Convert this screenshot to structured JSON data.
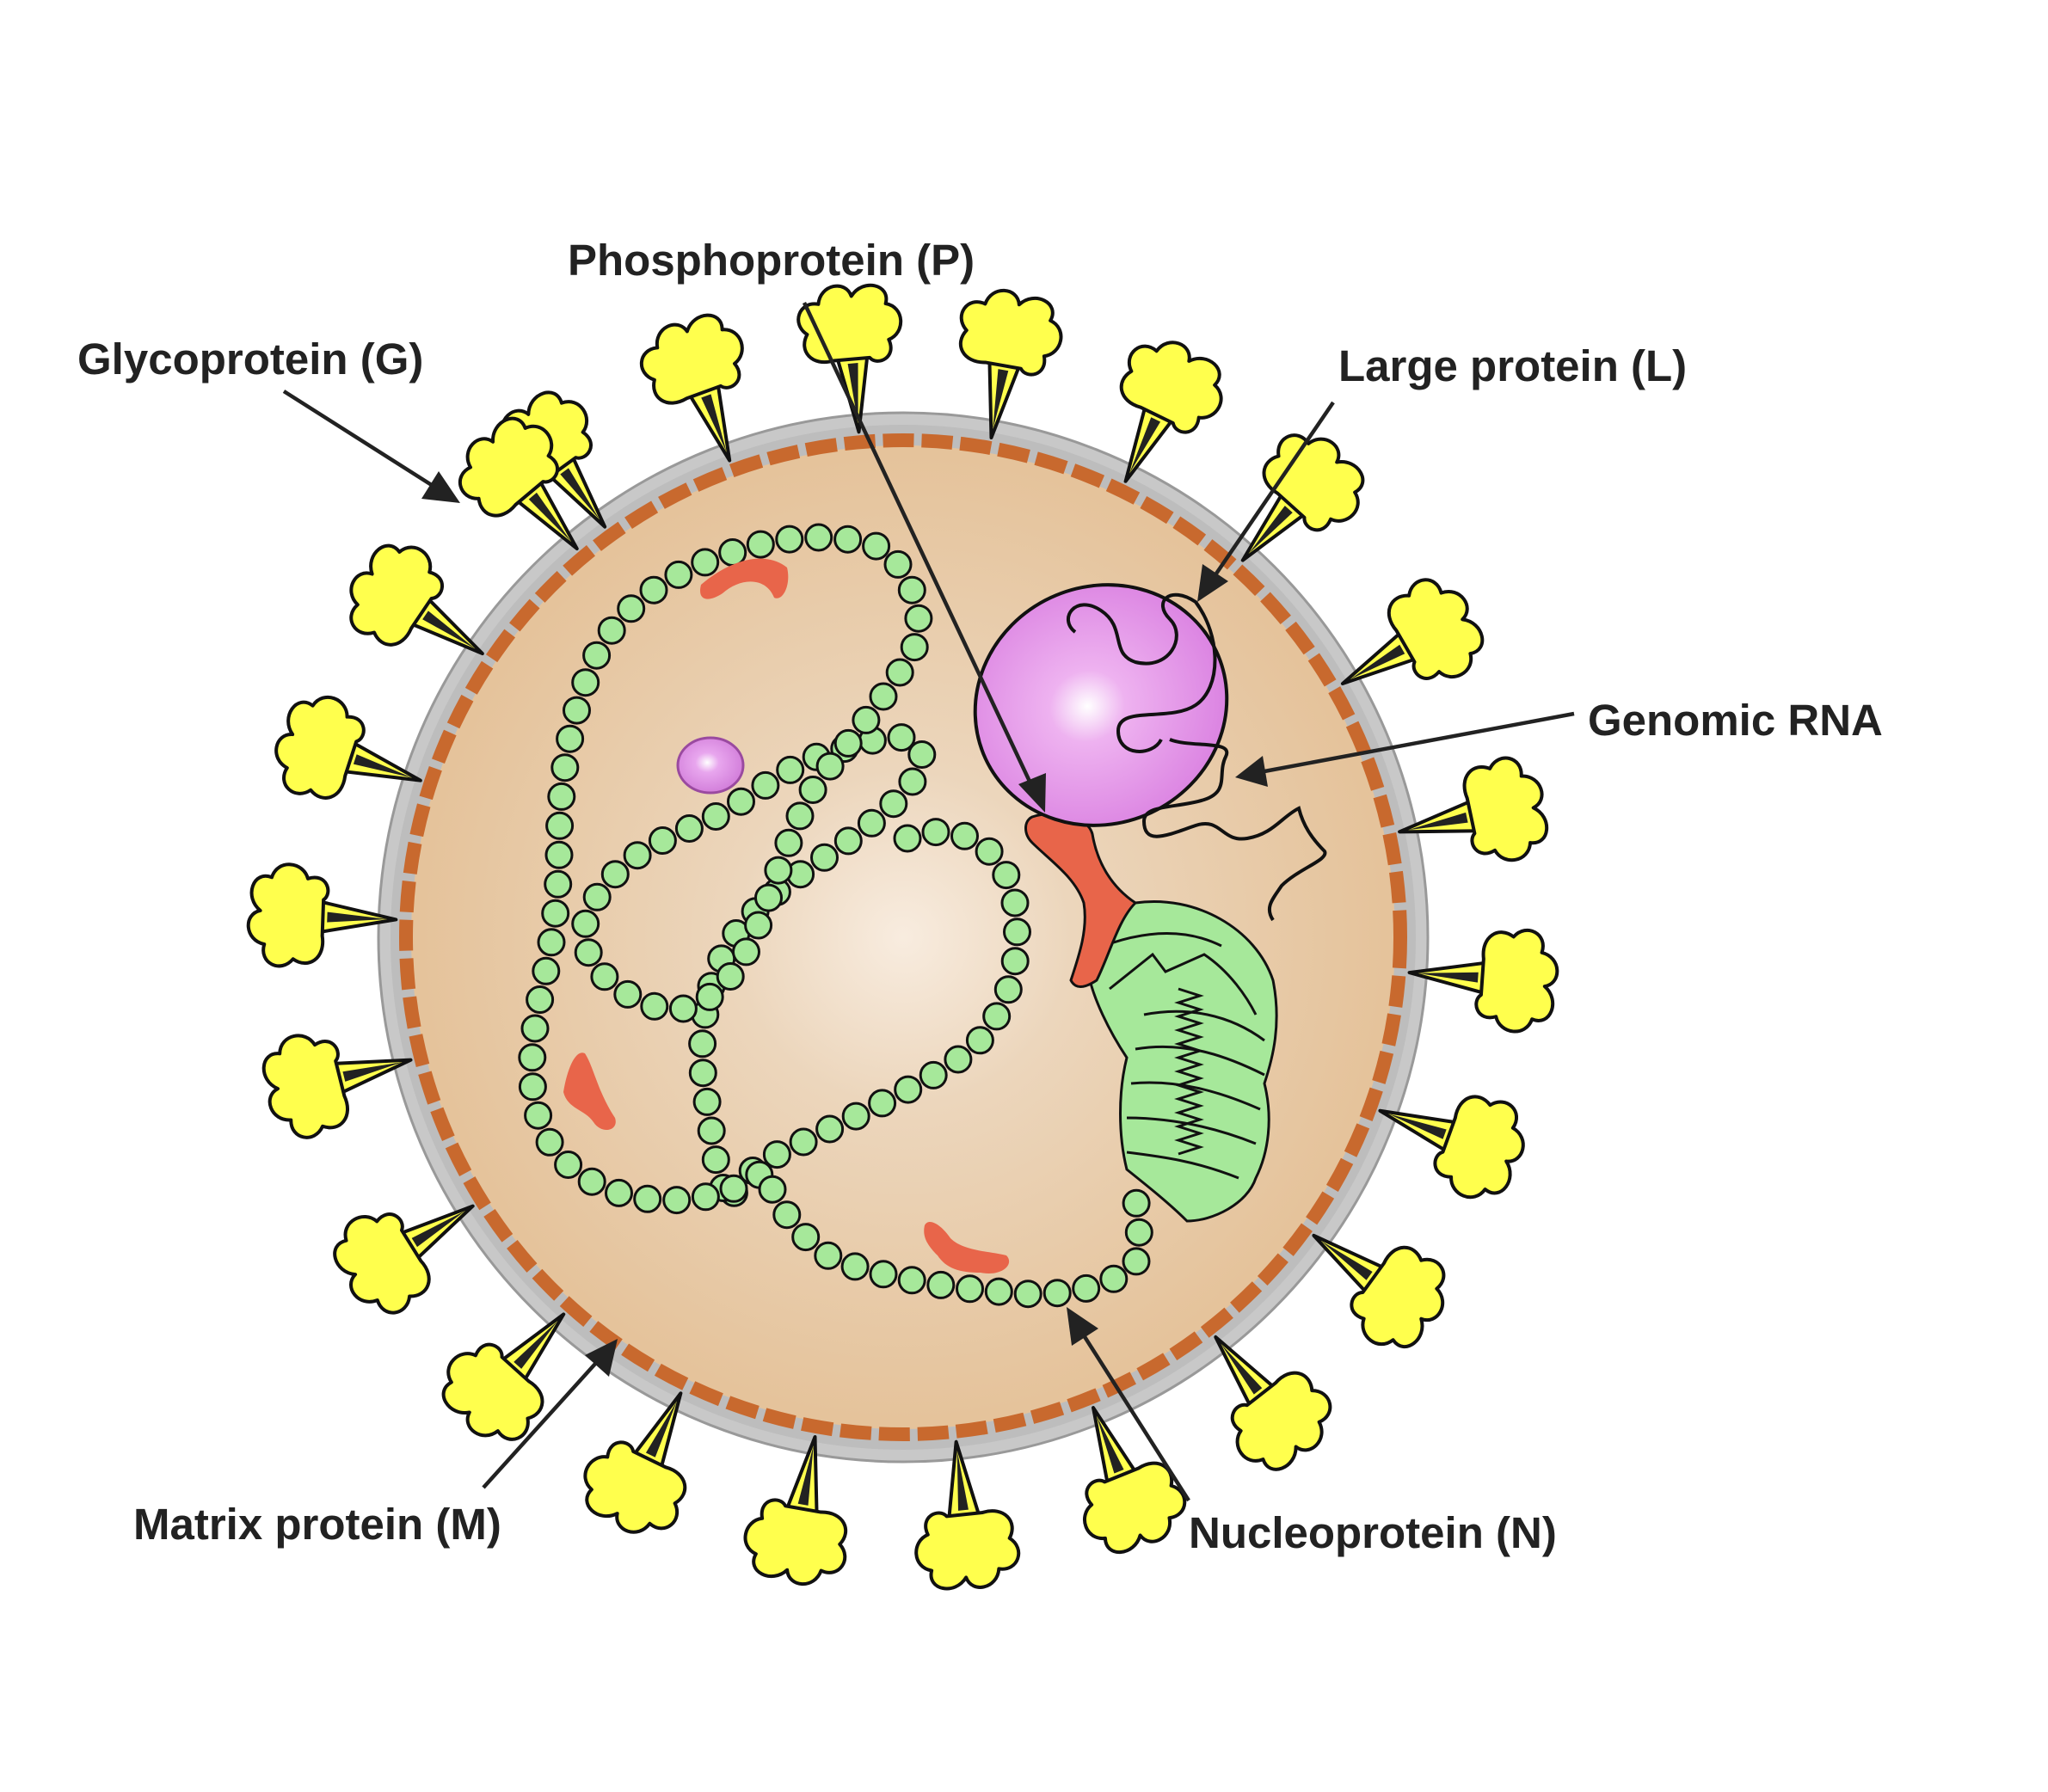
{
  "labels": {
    "glycoprotein": "Glycoprotein (G)",
    "phosphoprotein": "Phosphoprotein (P)",
    "large_protein": "Large protein (L)",
    "genomic_rna": "Genomic RNA",
    "matrix_protein": "Matrix protein (M)",
    "nucleoprotein": "Nucleoprotein (N)"
  },
  "colors": {
    "envelope": "#c8c8c8",
    "interior": "#e8cba6",
    "matrix": "#c8692e",
    "glycoprotein": "#ffff4d",
    "nucleoprotein": "#a6e89a",
    "large_protein": "#d97ee0",
    "phosphoprotein": "#e8654a"
  }
}
